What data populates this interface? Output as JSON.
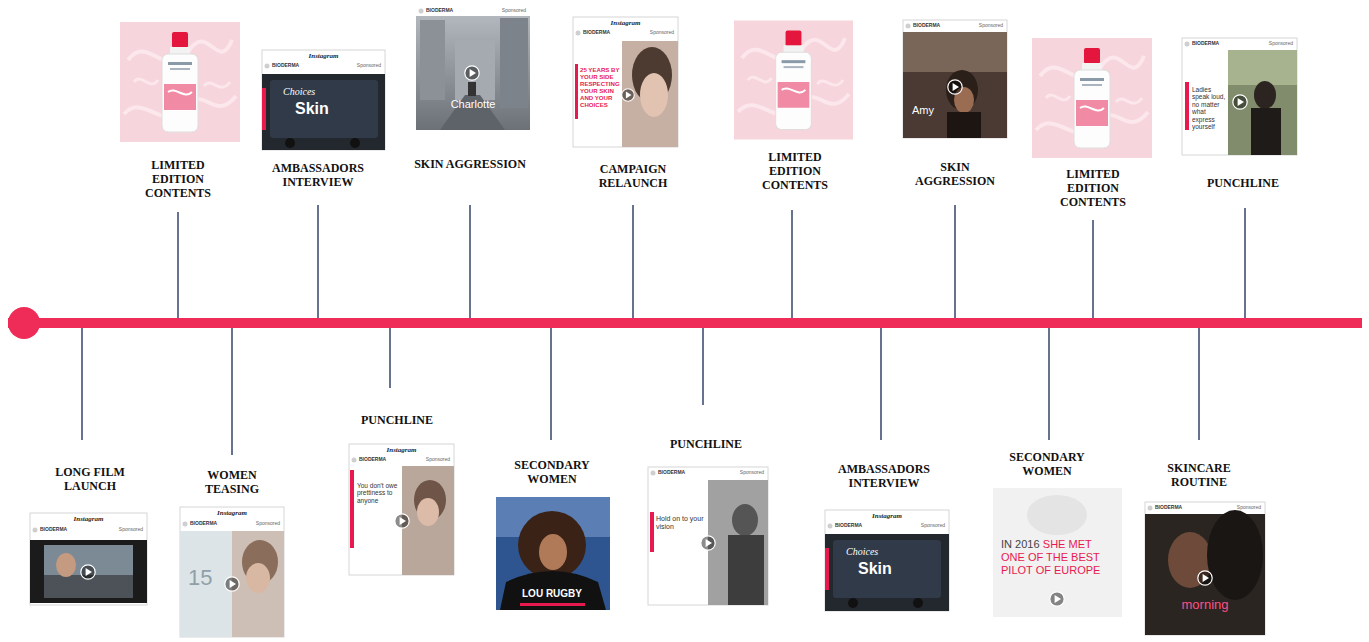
{
  "diagram": {
    "nodes": [
      {
        "text": [
          "LONG FILM LAUNCH",
          "Instagram",
          "BIODERMA",
          "Sponsored"
        ]
      },
      {
        "text": [
          "LIMITED EDITION CONTENTS"
        ]
      },
      {
        "text": [
          "WOMEN TEASING",
          "Instagram",
          "BIODERMA",
          "Sponsored",
          "15"
        ]
      },
      {
        "text": [
          "AMBASSADORS INTERVIEW",
          "Instagram",
          "BIODERMA",
          "Sponsored",
          "Choices",
          "Skin"
        ]
      },
      {
        "text": [
          "PUNCHLINE",
          "Instagram",
          "BIODERMA",
          "Sponsored",
          "You don't owe prettiness to anyone"
        ]
      },
      {
        "text": [
          "SKIN AGGRESSION",
          "BIODERMA",
          "Sponsored",
          "Charlotte"
        ]
      },
      {
        "text": [
          "SECONDARY WOMEN",
          "LOU RUGBY"
        ]
      },
      {
        "text": [
          "CAMPAIGN RELAUNCH",
          "Instagram",
          "BIODERMA",
          "Sponsored",
          "25 YEARS BY YOUR SIDE RESPECTING YOUR SKIN AND YOUR CHOICES"
        ]
      },
      {
        "text": [
          "PUNCHLINE",
          "BIODERMA",
          "Sponsored",
          "Hold on to your vision"
        ]
      },
      {
        "text": [
          "LIMITED EDITION CONTENTS"
        ]
      },
      {
        "text": [
          "AMBASSADORS INTERVIEW",
          "Instagram",
          "BIODERMA",
          "Sponsored",
          "Choices",
          "Skin"
        ]
      },
      {
        "text": [
          "SKIN AGGRESSION",
          "BIODERMA",
          "Sponsored",
          "Amy"
        ]
      },
      {
        "text": [
          "SECONDARY WOMEN",
          "IN 2016",
          "SHE MET ONE OF THE BEST PILOT OF EUROPE"
        ]
      },
      {
        "text": [
          "LIMITED EDITION CONTENTS"
        ]
      },
      {
        "text": [
          "SKINCARE ROUTINE",
          "BIODERMA",
          "Sponsored",
          "morning"
        ]
      },
      {
        "text": [
          "PUNCHLINE",
          "BIODERMA",
          "Sponsored",
          "Ladies speak loud, no matter what express yourself"
        ]
      }
    ]
  }
}
